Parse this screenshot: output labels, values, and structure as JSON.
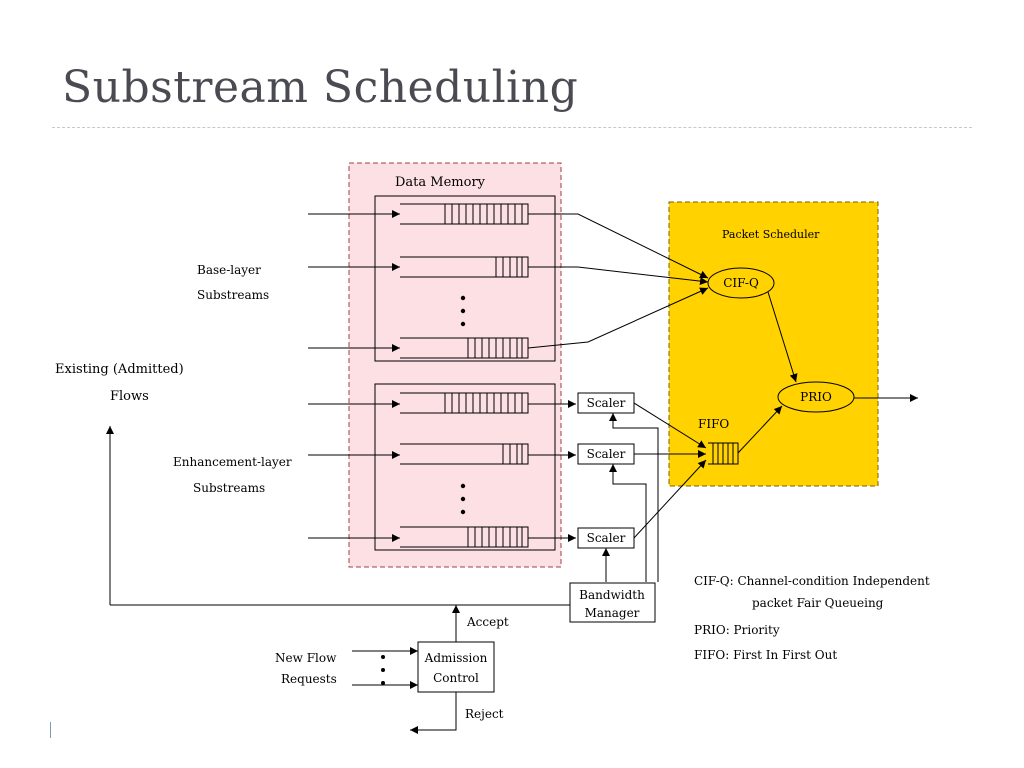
{
  "slide": {
    "title": "Substream Scheduling"
  },
  "diagram": {
    "data_memory_label": "Data Memory",
    "packet_scheduler_label": "Packet Scheduler",
    "base_layer_label_1": "Base-layer",
    "base_layer_label_2": "Substreams",
    "existing_flows_label_1": "Existing (Admitted)",
    "existing_flows_label_2": "Flows",
    "enhancement_layer_label_1": "Enhancement-layer",
    "enhancement_layer_label_2": "Substreams",
    "cifq_label": "CIF-Q",
    "prio_label": "PRIO",
    "fifo_label": "FIFO",
    "scaler_label": "Scaler",
    "bandwidth_manager_label_1": "Bandwidth",
    "bandwidth_manager_label_2": "Manager",
    "admission_control_label_1": "Admission",
    "admission_control_label_2": "Control",
    "new_flow_label_1": "New Flow",
    "new_flow_label_2": "Requests",
    "accept_label": "Accept",
    "reject_label": "Reject"
  },
  "legend": {
    "cifq_line_1": "CIF-Q: Channel-condition Independent",
    "cifq_line_2": "packet Fair Queueing",
    "prio_line": "PRIO: Priority",
    "fifo_line": "FIFO: First In First Out"
  },
  "colors": {
    "data_memory_fill": "#fde0e4",
    "data_memory_border": "#a0404a",
    "packet_scheduler_fill": "#ffd200",
    "packet_scheduler_border": "#7a6200"
  }
}
